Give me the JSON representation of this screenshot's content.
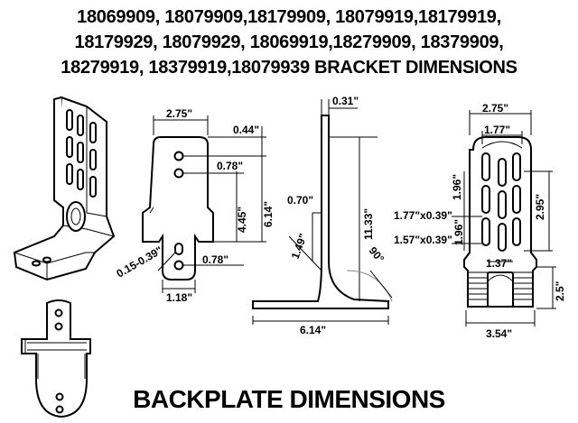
{
  "header": {
    "line1": "18069909, 18079909,18179909, 18079919,18179919,",
    "line2": "18179929, 18079929, 18069919,18279909, 18379909,",
    "line3": "18279919, 18379919,18079939 BRACKET DIMENSIONS"
  },
  "front_view": {
    "width": "2.75\"",
    "top_hole_offset": "0.44\"",
    "hole_spacing_upper": "0.78\"",
    "mid_height": "4.45\"",
    "total_height": "6.14\"",
    "slot_size": "0.15-0.39\"",
    "hole_spacing_lower": "0.78\"",
    "bottom_width": "1.18\""
  },
  "side_view": {
    "thickness": "0.31\"",
    "bend_offset": "0.70\"",
    "angle_small": "1.49\"",
    "height": "11.33\"",
    "angle": "90°",
    "base_length": "6.14\""
  },
  "back_view": {
    "outer_width": "2.75\"",
    "inner_width": "1.77\"",
    "slot_vertical_1": "1.96\"",
    "slot_upper": "1.77\"x0.39\"",
    "slot_vertical_2": "1.96\"",
    "slot_spacing": "2.95\"",
    "slot_lower": "1.57\"x0.39\"",
    "lower_width": "1.37\"",
    "base_height": "2.5\"",
    "base_width": "3.54\""
  },
  "footer": {
    "title": "BACKPLATE DIMENSIONS"
  }
}
